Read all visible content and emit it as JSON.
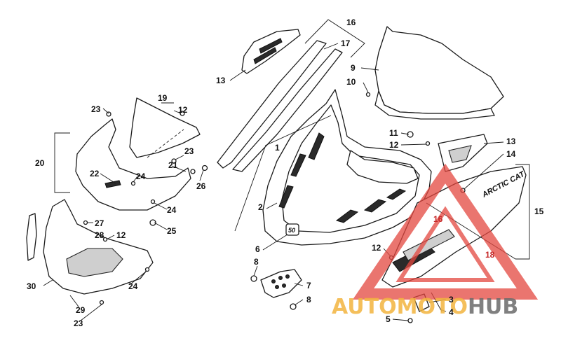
{
  "diagram": {
    "callouts": {
      "c1": "1",
      "c2": "2",
      "c3": "3",
      "c4": "4",
      "c5": "5",
      "c6": "6",
      "c7": "7",
      "c8a": "8",
      "c8b": "8",
      "c9": "9",
      "c10": "10",
      "c11": "11",
      "c12a": "12",
      "c12b": "12",
      "c12c": "12",
      "c12d": "12",
      "c13a": "13",
      "c13b": "13",
      "c14": "14",
      "c15": "15",
      "c16a": "16",
      "c16b": "16",
      "c17": "17",
      "c18": "18",
      "c19": "19",
      "c20": "20",
      "c21": "21",
      "c22": "22",
      "c23a": "23",
      "c23b": "23",
      "c23c": "23",
      "c24a": "24",
      "c24b": "24",
      "c24c": "24",
      "c25": "25",
      "c26": "26",
      "c27": "27",
      "c28": "28",
      "c29": "29",
      "c30": "30"
    },
    "decal_text": "ARCTIC CAT",
    "emblem_text": "50"
  },
  "watermark": {
    "part1": "AUTO",
    "part2": "MOTO",
    "part3": "HUB",
    "colors": {
      "orange": "#f3b53f",
      "red": "#e4473f",
      "grey": "#6b6b6b"
    }
  }
}
